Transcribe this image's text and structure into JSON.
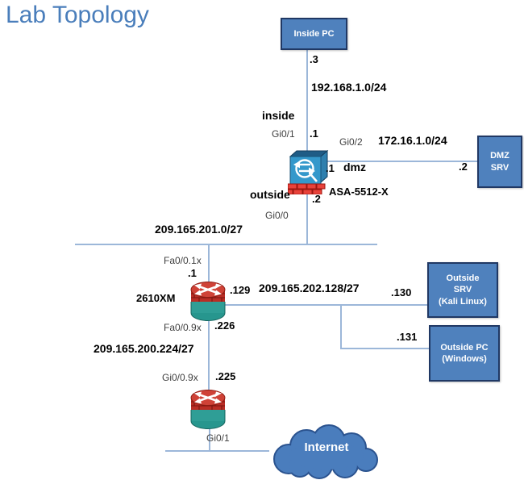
{
  "title": "Lab Topology",
  "nodes": {
    "inside_pc": "Inside PC",
    "dmz_srv": "DMZ\nSRV",
    "outside_srv": "Outside\nSRV\n(Kali Linux)",
    "outside_pc": "Outside PC\n(Windows)",
    "internet": "Internet"
  },
  "devices": {
    "asa": "ASA-5512-X",
    "router1": "2610XM"
  },
  "zones": {
    "inside": "inside",
    "outside": "outside",
    "dmz": "dmz"
  },
  "networks": {
    "inside": "192.168.1.0/24",
    "dmz": "172.16.1.0/24",
    "outside": "209.165.201.0/27",
    "outside_lan": "209.165.202.128/27",
    "transit": "209.165.200.224/27"
  },
  "interfaces": {
    "asa_inside": "Gi0/1",
    "asa_dmz": "Gi0/2",
    "asa_outside": "Gi0/0",
    "r1_up": "Fa0/0.1x",
    "r1_down": "Fa0/0.9x",
    "r2_up": "Gi0/0.9x",
    "r2_down": "Gi0/1"
  },
  "ips": {
    "inside_pc": ".3",
    "asa_inside": ".1",
    "asa_dmz": ".1",
    "dmz_srv": ".2",
    "asa_outside": ".2",
    "r1_up": ".1",
    "r1_right": ".129",
    "r1_down": ".226",
    "outside_srv": ".130",
    "outside_pc": ".131",
    "r2_up": ".225"
  },
  "colors": {
    "accent": "#4f81bd",
    "accent_text": "#4a7ebb",
    "node_border": "#203864",
    "line": "#9cb7d9",
    "router_red": "#c4342c",
    "router_teal": "#2f9e96",
    "asa_front": "#3498cb",
    "cloud_fill": "#4a7dbd",
    "cloud_border": "#2b538f"
  }
}
